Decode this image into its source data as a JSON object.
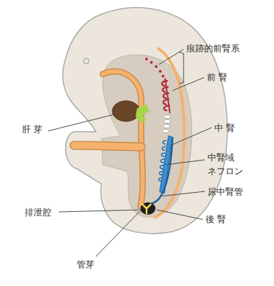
{
  "diagram": {
    "labels": [
      "痕跡的前腎系",
      "前 腎",
      "肝 芽",
      "中 腎",
      "中腎域 ネフロン",
      "尿中腎管",
      "排泄腔",
      "後 腎",
      "管芽"
    ]
  }
}
